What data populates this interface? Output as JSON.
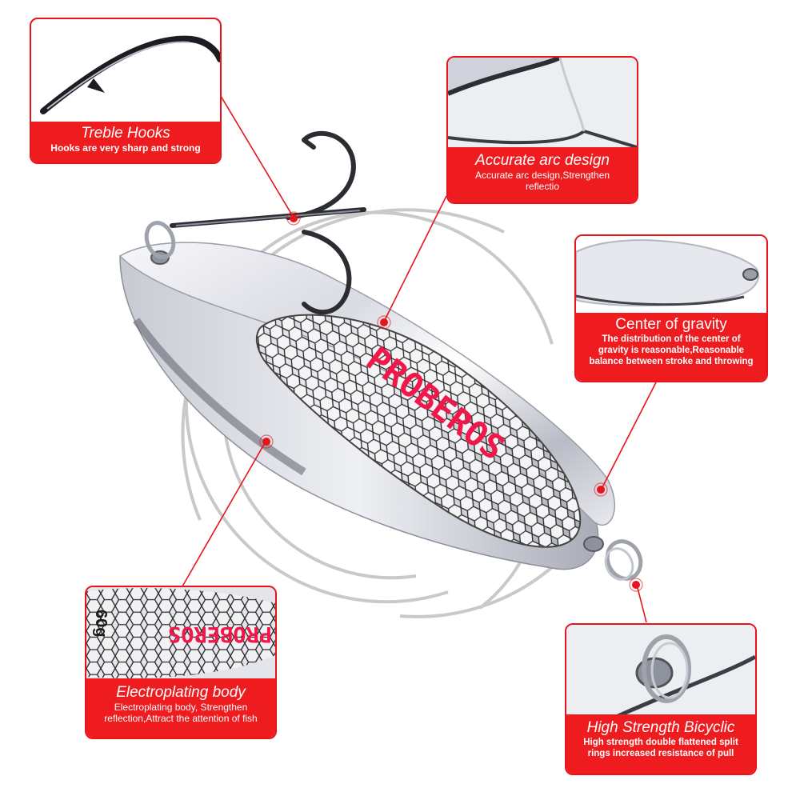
{
  "product": {
    "brand": "PROBEROS",
    "weight_mark": "60g",
    "accent_color": "#ee1b1f",
    "leader_color": "#e8141b"
  },
  "callouts": [
    {
      "id": "treble-hooks",
      "title": "Treble Hooks",
      "description": [
        "Hooks are very sharp and strong"
      ]
    },
    {
      "id": "accurate-arc",
      "title": "Accurate arc design",
      "description": [
        "Accurate arc design,Strengthen",
        "reflectio"
      ]
    },
    {
      "id": "center-gravity",
      "title": "Center of gravity",
      "description": [
        "The distribution of the center of",
        "gravity is reasonable,Reasonable",
        "balance between stroke and throwing"
      ]
    },
    {
      "id": "electroplating",
      "title": "Electroplating body",
      "description": [
        "Electroplating body, Strengthen",
        "reflection,Attract the attention of fish"
      ]
    },
    {
      "id": "split-rings",
      "title": "High Strength Bicyclic",
      "description": [
        "High strength double flattened split",
        "rings increased resistance of pull"
      ]
    }
  ]
}
